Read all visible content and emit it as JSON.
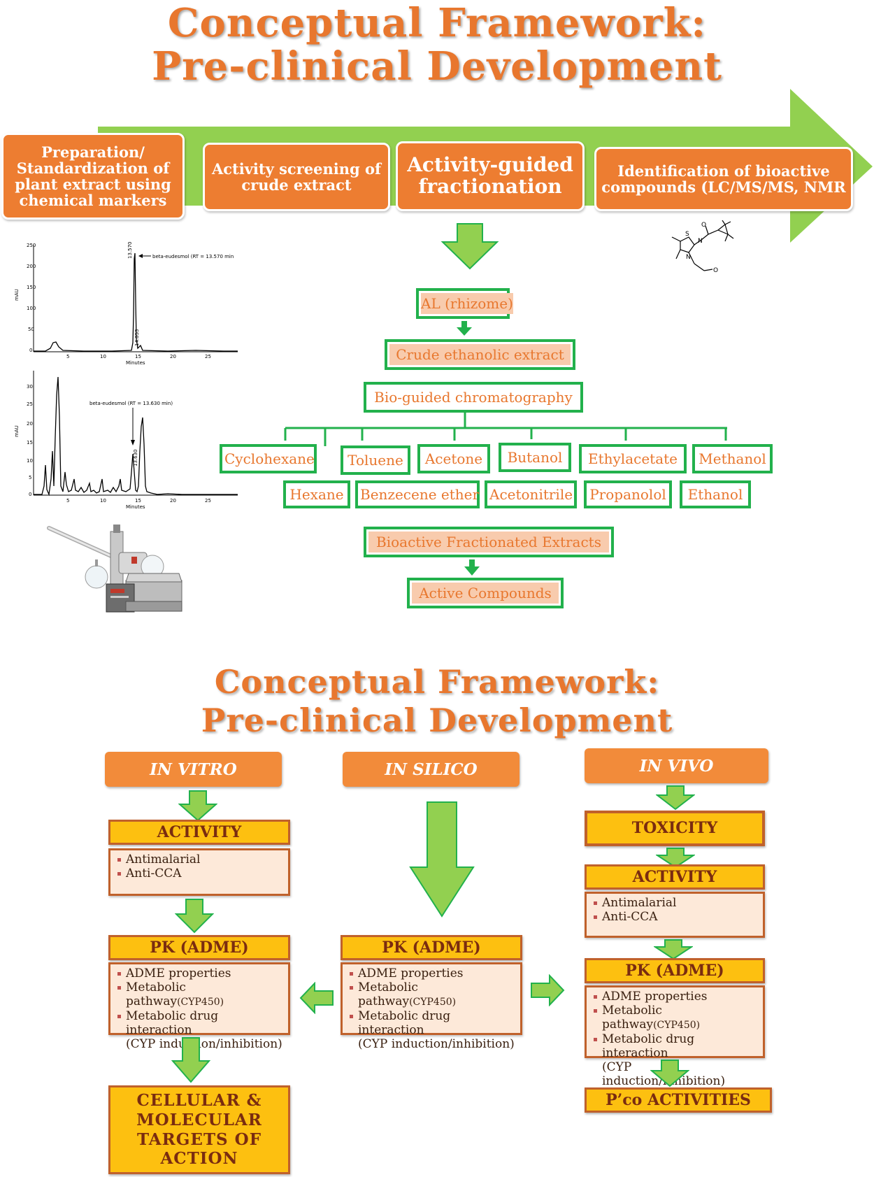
{
  "top_section": {
    "title_line1": "Conceptual Framework:",
    "title_line2": "Pre-clinical Development",
    "stages": [
      "Preparation/ Standardization of plant extract using chemical markers",
      "Activity screening of crude extract",
      "Activity-guided fractionation",
      "Identification of bioactive compounds (LC/MS/MS, NMR"
    ],
    "chromatogram_1": {
      "y_axis_label": "mAU",
      "y_ticks": [
        "250",
        "200",
        "150",
        "100",
        "50",
        "0"
      ],
      "x_ticks": [
        "5",
        "10",
        "15",
        "20",
        "25"
      ],
      "x_axis_label": "Minutes",
      "peak_label": "13.570",
      "small_peak_label": "14.053",
      "annotation": "beta-eudesmol (RT = 13.570 min"
    },
    "chromatogram_2": {
      "y_axis_label": "mAU",
      "y_ticks": [
        "30",
        "25",
        "20",
        "15",
        "10",
        "5",
        "0"
      ],
      "x_ticks": [
        "5",
        "10",
        "15",
        "20",
        "25"
      ],
      "x_axis_label": "Minutes",
      "peak_label": "13.630",
      "annotation": "beta-eudesmol (RT = 13.630 min)"
    },
    "molecule_atoms": {
      "s": "S",
      "n1": "N",
      "n2": "N",
      "o1": "O",
      "o2": "O"
    },
    "flow": {
      "source": "AL (rhizome)",
      "extract": "Crude ethanolic extract",
      "method": "Bio-guided chromatography",
      "solvents_row1": [
        "Cyclohexane",
        "Toluene",
        "Acetone",
        "Butanol",
        "Ethylacetate",
        "Methanol"
      ],
      "solvents_row2": [
        "Hexane",
        "Benzecene ether",
        "Acetonitrile",
        "Propanolol",
        "Ethanol"
      ],
      "fractions": "Bioactive Fractionated Extracts",
      "compounds": "Active Compounds"
    }
  },
  "bottom_section": {
    "title_line1": "Conceptual Framework:",
    "title_line2": "Pre-clinical Development",
    "in_vitro": {
      "header": "IN VITRO",
      "activity": "ACTIVITY",
      "activity_items": [
        "Antimalarial",
        "Anti-CCA"
      ],
      "pk": "PK (ADME)",
      "pk_items": [
        "ADME properties",
        "Metabolic pathway",
        "(CYP450)",
        "Metabolic drug interaction",
        "(CYP induction/inhibition)"
      ],
      "targets": "CELLULAR & MOLECULAR TARGETS OF ACTION"
    },
    "in_silico": {
      "header": "IN SILICO",
      "pk": "PK (ADME)",
      "pk_items": [
        "ADME properties",
        "Metabolic pathway",
        "(CYP450)",
        "Metabolic drug interaction",
        "(CYP induction/inhibition)"
      ]
    },
    "in_vivo": {
      "header": "IN VIVO",
      "toxicity": "TOXICITY",
      "activity": "ACTIVITY",
      "activity_items": [
        "Antimalarial",
        "Anti-CCA"
      ],
      "pk": "PK (ADME)",
      "pk_items": [
        "ADME properties",
        "Metabolic pathway",
        "(CYP450)",
        "Metabolic drug interaction",
        "(CYP induction/inhibition)"
      ],
      "pco": "P’co ACTIVITIES"
    }
  }
}
